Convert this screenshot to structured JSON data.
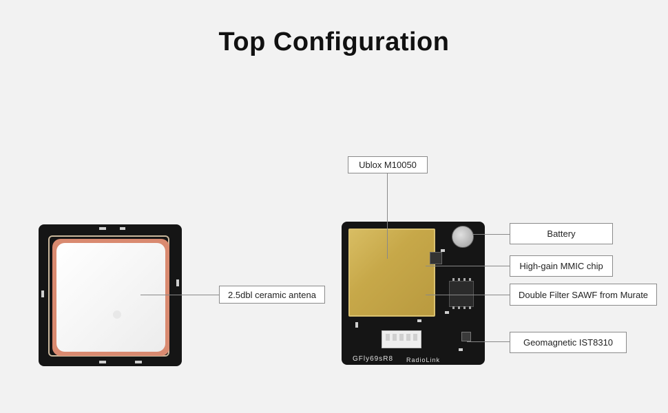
{
  "title": "Top Configuration",
  "labels": {
    "antenna": "2.5dbl ceramic antena",
    "ublox": "Ublox M10050",
    "battery": "Battery",
    "mmic": "High-gain MMIC chip",
    "saw": "Double Filter SAWF from Murate",
    "geo": "Geomagnetic IST8310"
  },
  "board_text": {
    "model": "GFly69sR8",
    "brand": "RadioLink"
  },
  "colors": {
    "background": "#f2f2f2",
    "pcb": "#151515",
    "shield": "#c7a849",
    "antenna_border": "#d98a70"
  }
}
